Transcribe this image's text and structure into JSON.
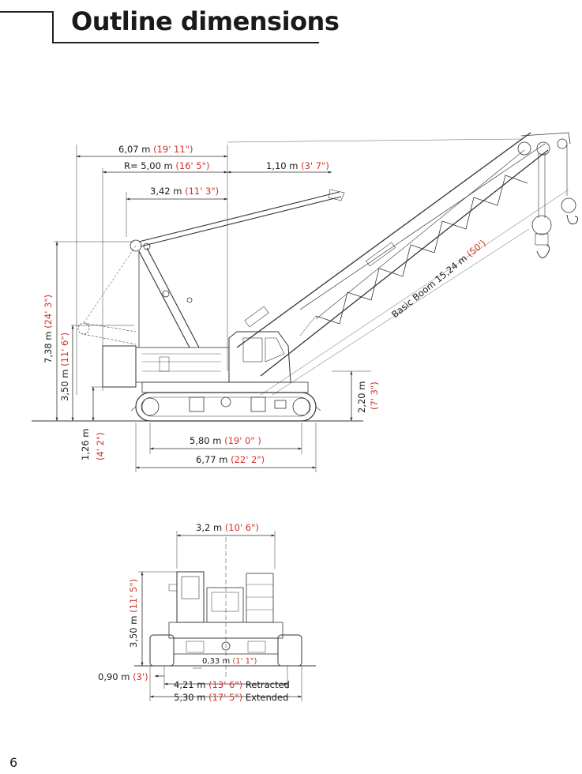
{
  "page": {
    "title": "Outline dimensions",
    "page_number": "6"
  },
  "colors": {
    "accent_red": "#d4322a",
    "text": "#1a1a1a",
    "line": "#333333"
  },
  "side_view": {
    "dim_607": {
      "metric": "6,07 m",
      "imperial": "(19' 11\")"
    },
    "dim_r500": {
      "metric": "R= 5,00 m",
      "imperial": "(16' 5\")"
    },
    "dim_110": {
      "metric": "1,10 m",
      "imperial": "(3' 7\")"
    },
    "dim_342": {
      "metric": "3,42 m",
      "imperial": "(11' 3\")"
    },
    "dim_738": {
      "metric": "7,38 m",
      "imperial": "(24' 3\")"
    },
    "dim_350": {
      "metric": "3,50 m",
      "imperial": "(11' 6\")"
    },
    "dim_126": {
      "metric": "1,26 m",
      "imperial": "(4' 2\")"
    },
    "dim_220": {
      "metric": "2,20 m",
      "imperial": "(7' 3\")"
    },
    "dim_580": {
      "metric": "5,80 m",
      "imperial": "(19' 0\" )"
    },
    "dim_677": {
      "metric": "6,77 m",
      "imperial": "(22' 2\")"
    },
    "boom_label": {
      "text": "Basic Boom 15,24 m",
      "imperial": "(50')"
    }
  },
  "front_view": {
    "dim_32": {
      "metric": "3,2 m",
      "imperial": "(10' 6\")"
    },
    "dim_350": {
      "metric": "3,50 m",
      "imperial": "(11' 5\")"
    },
    "dim_033": {
      "metric": "0,33 m",
      "imperial": "(1' 1\")"
    },
    "dim_090": {
      "metric": "0,90 m",
      "imperial": "(3')"
    },
    "dim_421": {
      "metric": "4,21 m",
      "imperial": "(13' 6\")",
      "suffix": "Retracted"
    },
    "dim_530": {
      "metric": "5,30 m",
      "imperial": "(17' 5\")",
      "suffix": "Extended"
    }
  }
}
